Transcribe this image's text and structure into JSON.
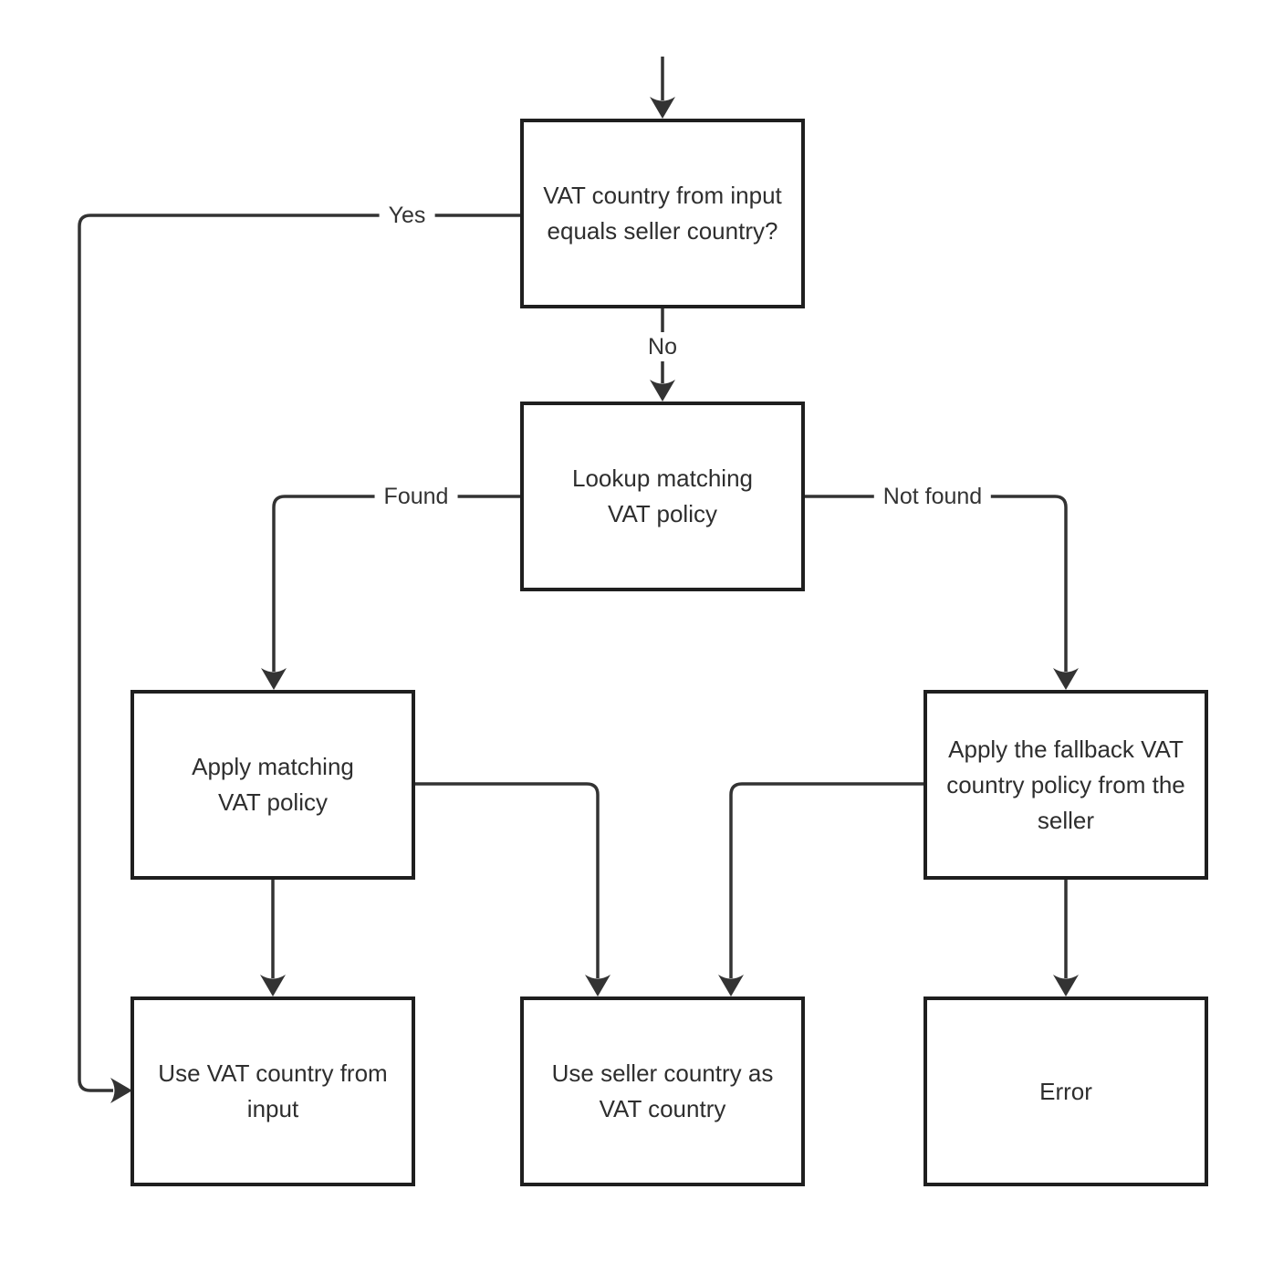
{
  "diagram": {
    "type": "flowchart",
    "colors": {
      "background": "#ffffff",
      "node_border": "#1f1f1f",
      "node_fill": "#ffffff",
      "connector": "#333333",
      "text": "#2e2e2e"
    },
    "nodes": {
      "decision": {
        "label": "VAT country from input equals seller country?"
      },
      "lookup": {
        "label": "Lookup matching VAT policy"
      },
      "apply_matching": {
        "label": "Apply matching VAT policy"
      },
      "apply_fallback": {
        "label": "Apply the fallback VAT country policy from the seller"
      },
      "use_input": {
        "label": "Use VAT country from input"
      },
      "use_seller": {
        "label": "Use seller country as VAT country"
      },
      "error": {
        "label": "Error"
      }
    },
    "edge_labels": {
      "yes": "Yes",
      "no": "No",
      "found": "Found",
      "not_found": "Not found"
    },
    "edges": [
      {
        "from": "start",
        "to": "decision",
        "label": ""
      },
      {
        "from": "decision",
        "to": "use_input",
        "label": "Yes"
      },
      {
        "from": "decision",
        "to": "lookup",
        "label": "No"
      },
      {
        "from": "lookup",
        "to": "apply_matching",
        "label": "Found"
      },
      {
        "from": "lookup",
        "to": "apply_fallback",
        "label": "Not found"
      },
      {
        "from": "apply_matching",
        "to": "use_input",
        "label": ""
      },
      {
        "from": "apply_matching",
        "to": "use_seller",
        "label": ""
      },
      {
        "from": "apply_fallback",
        "to": "use_seller",
        "label": ""
      },
      {
        "from": "apply_fallback",
        "to": "error",
        "label": ""
      }
    ]
  }
}
